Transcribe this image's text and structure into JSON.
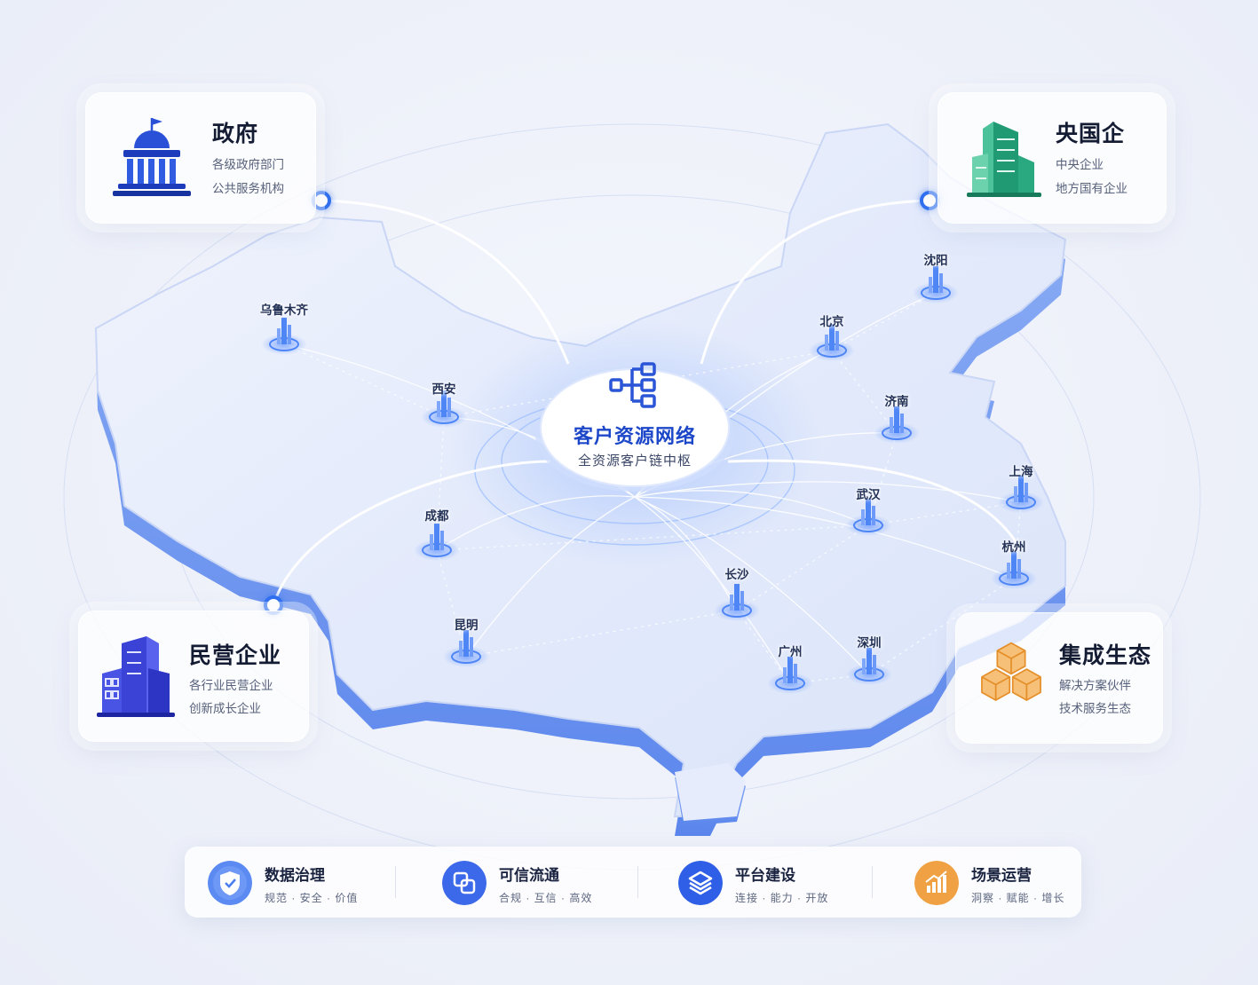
{
  "hub": {
    "title": "客户资源网络",
    "subtitle": "全资源客户链中枢",
    "icon": "network-tree-icon"
  },
  "customer_groups": [
    {
      "title": "政府",
      "lines": [
        "各级政府部门",
        "公共服务机构"
      ],
      "icon": "government-building-icon",
      "color": "#2a50d8"
    },
    {
      "title": "央国企",
      "lines": [
        "中央企业",
        "地方国有企业"
      ],
      "icon": "office-tower-icon",
      "color": "#1f9a72"
    },
    {
      "title": "民营企业",
      "lines": [
        "各行业民营企业",
        "创新成长企业"
      ],
      "icon": "private-building-icon",
      "color": "#3a43d6"
    },
    {
      "title": "集成生态",
      "lines": [
        "解决方案伙伴",
        "技术服务生态"
      ],
      "icon": "cubes-icon",
      "color": "#f0a144"
    }
  ],
  "cities": [
    "乌鲁木齐",
    "西安",
    "成都",
    "昆明",
    "北京",
    "沈阳",
    "济南",
    "武汉",
    "上海",
    "杭州",
    "长沙",
    "广州",
    "深圳"
  ],
  "features": [
    {
      "title": "数据治理",
      "subtitle": "规范 · 安全 · 价值",
      "icon": "shield-icon",
      "color": "#4a7ef0"
    },
    {
      "title": "可信流通",
      "subtitle": "合规 · 互信 · 高效",
      "icon": "link-icon",
      "color": "#3c68ea"
    },
    {
      "title": "平台建设",
      "subtitle": "连接 · 能力 · 开放",
      "icon": "layers-icon",
      "color": "#2f5fe6"
    },
    {
      "title": "场景运营",
      "subtitle": "洞察 · 赋能 · 增长",
      "icon": "growth-chart-icon",
      "color": "#f0a144"
    }
  ]
}
